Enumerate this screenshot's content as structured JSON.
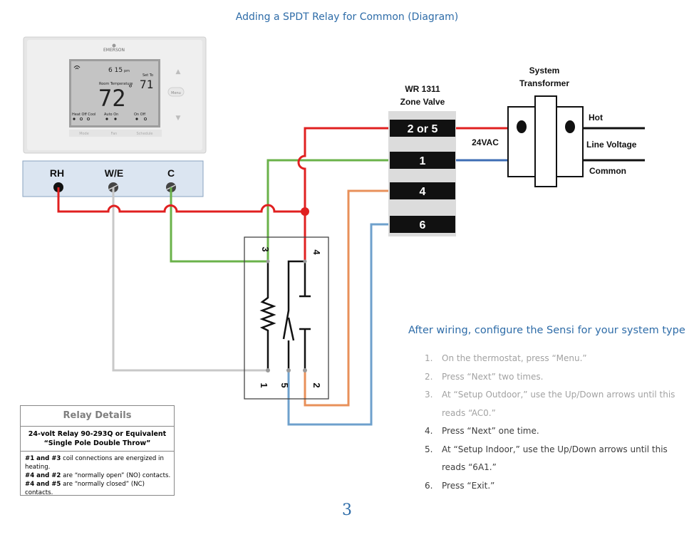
{
  "title": "Adding a SPDT Relay for Common (Diagram)",
  "page_number": "3",
  "thermostat": {
    "brand": "EMERSON",
    "time": "6 15",
    "time_suffix": "pm",
    "room_temp_label": "Room Temperature",
    "room_temp": "72",
    "degree": "°",
    "set_to_label": "Set To",
    "set_to": "71",
    "menu_label": "Menu",
    "mode_values": "Heat Off Cool",
    "fan_values": "Auto On",
    "schedule_values": "On Off",
    "buttons": [
      "Mode",
      "Fan",
      "Schedule"
    ],
    "up_arrow": "▲",
    "down_arrow": "▼"
  },
  "terminal_board": {
    "terminals": [
      "RH",
      "W/E",
      "C"
    ]
  },
  "zone_valve": {
    "title_line1": "WR 1311",
    "title_line2": "Zone Valve",
    "terminals": [
      "2 or 5",
      "1",
      "4",
      "6"
    ]
  },
  "transformer": {
    "title_line1": "System",
    "title_line2": "Transformer",
    "secondary_label": "24VAC",
    "hot_label": "Hot",
    "line_voltage_label": "Line Voltage",
    "common_label": "Common"
  },
  "relay": {
    "pins": [
      "3",
      "4",
      "1",
      "5",
      "2"
    ]
  },
  "relay_details": {
    "header": "Relay Details",
    "model_line1": "24-volt Relay 90-293Q or Equivalent",
    "model_line2": "“Single Pole Double Throw”",
    "note1_bold": "#1 and #3",
    "note1_text": " coil connections are energized in heating.",
    "note2_bold": "#4 and #2",
    "note2_text": " are “normally open” (NO) contacts.",
    "note3_bold": "#4 and #5",
    "note3_text": " are “normally closed” (NC) contacts."
  },
  "instructions": {
    "title": "After wiring, configure the Sensi for your system type",
    "steps": [
      {
        "num": "1.",
        "text": "On the thermostat, press “Menu.”"
      },
      {
        "num": "2.",
        "text": "Press “Next” two times."
      },
      {
        "num": "3.",
        "text": "At “Setup Outdoor,” use the Up/Down arrows until this reads “AC0.”"
      },
      {
        "num": "4.",
        "text": "Press “Next” one time."
      },
      {
        "num": "5.",
        "text": "At “Setup Indoor,” use the Up/Down arrows until this reads “6A1.”"
      },
      {
        "num": "6.",
        "text": "Press “Exit.”"
      }
    ]
  },
  "colors": {
    "title_blue": "#2e6ca8",
    "red_wire": "#e02020",
    "green_wire": "#6ab24a",
    "orange_wire": "#e8905a",
    "blue_wire": "#6ea0cc",
    "gray_wire": "#c8c8c8",
    "line_blue": "#3e6db4"
  }
}
